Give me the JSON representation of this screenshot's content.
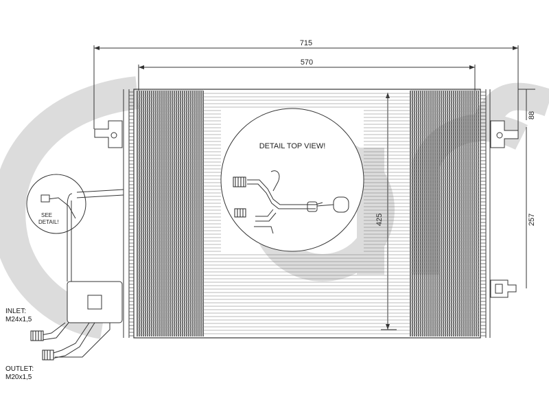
{
  "dimensions": {
    "overall_width": "715",
    "core_width": "570",
    "core_height": "425",
    "top_bracket_offset": "88",
    "bracket_spacing": "257"
  },
  "labels": {
    "detail_top_view": "DETAIL TOP VIEW!",
    "see_detail_line1": "SEE",
    "see_detail_line2": "DETAIL!",
    "inlet_title": "INLET:",
    "inlet_spec": "M24x1,5",
    "outlet_title": "OUTLET:",
    "outlet_spec": "M20x1,5"
  },
  "colors": {
    "watermark": "#d8d8d8",
    "fins": "#555555",
    "line": "#333333"
  }
}
